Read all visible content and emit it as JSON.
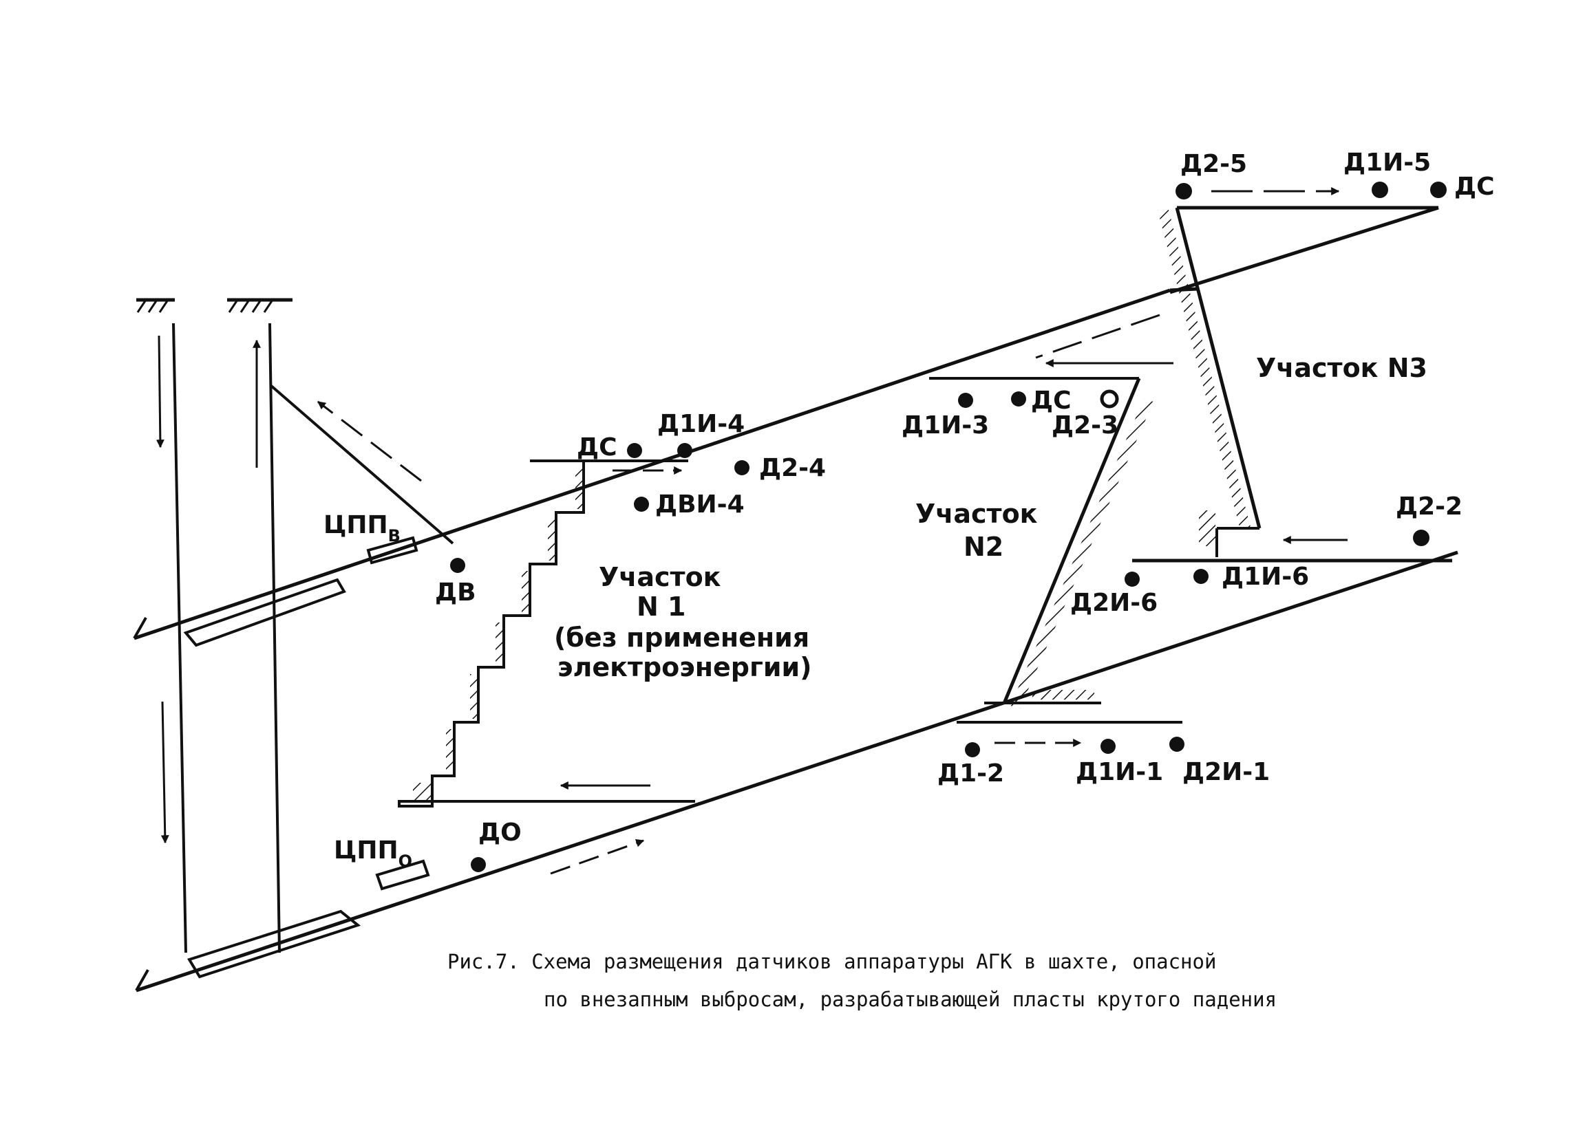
{
  "diagram": {
    "sensors": {
      "d2_5": "Д2-5",
      "d1i_5": "Д1И-5",
      "ds_top": "ДС",
      "d1i_3": "Д1И-3",
      "ds_mid": "ДС",
      "d2_3": "Д2-3",
      "ds_left": "ДС",
      "d1i_4": "Д1И-4",
      "d2_4": "Д2-4",
      "dvi_4": "ДВИ-4",
      "dv": "ДВ",
      "d2_2": "Д2-2",
      "d1i_6": "Д1И-6",
      "d2i_6": "Д2И-6",
      "d1_2": "Д1-2",
      "d1i_1": "Д1И-1",
      "d2i_1": "Д2И-1",
      "do": "ДО"
    },
    "substations": {
      "cpp_v_main": "ЦПП",
      "cpp_v_sub": "В",
      "cpp_o_main": "ЦПП",
      "cpp_o_sub": "О"
    },
    "sections": {
      "s3_title": "Участок N3",
      "s2_line1": "Участок",
      "s2_line2": "N2",
      "s1_line1": "Участок",
      "s1_line2": "N 1",
      "s1_line3": "(без применения",
      "s1_line4": "электроэнергии)"
    },
    "caption": {
      "line1": "Рис.7. Схема размещения датчиков аппаратуры АГК в шахте, опасной",
      "line2": "по внезапным выбросам, разрабатывающей пласты крутого падения"
    }
  }
}
